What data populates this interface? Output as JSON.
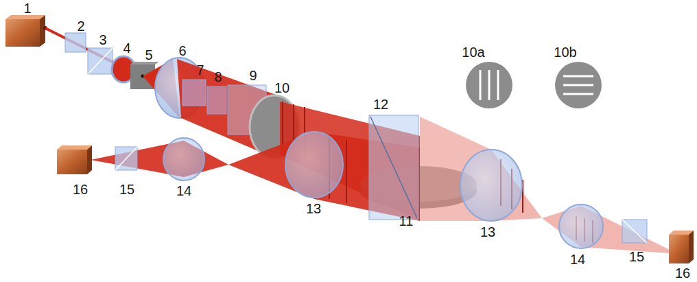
{
  "diagram": {
    "labels": [
      "1",
      "2",
      "3",
      "4",
      "5",
      "6",
      "7",
      "8",
      "9",
      "10",
      "10a",
      "10b",
      "12",
      "16",
      "15",
      "14",
      "13",
      "11",
      "13",
      "14",
      "15",
      "16"
    ]
  }
}
